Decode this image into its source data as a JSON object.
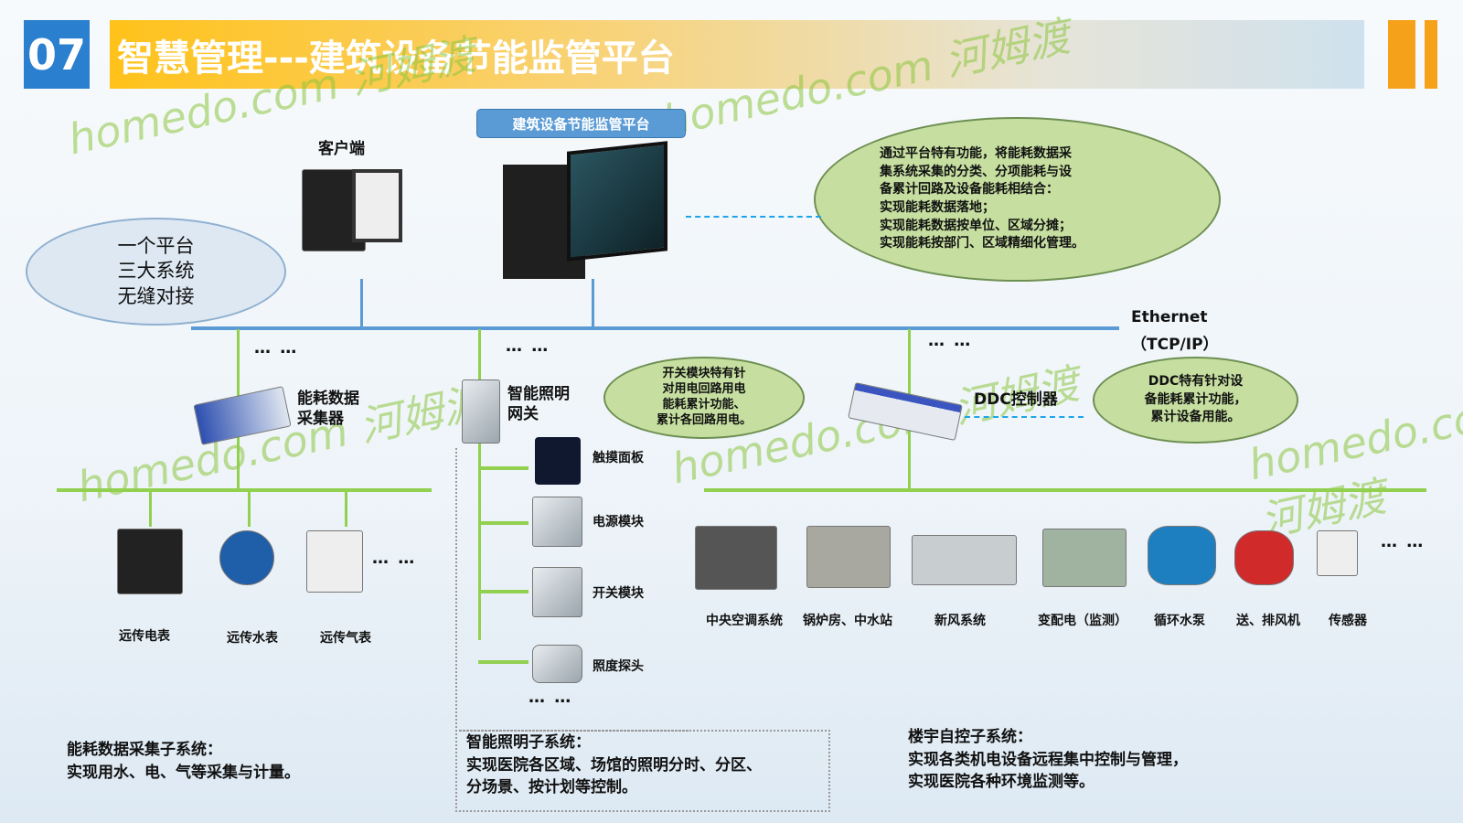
{
  "header": {
    "number": "07",
    "title": "智慧管理---建筑设备节能监管平台"
  },
  "platform": {
    "label": "建筑设备节能监管平台",
    "client": "客户端"
  },
  "cloud_left": [
    "一个平台",
    "三大系统",
    "无缝对接"
  ],
  "cloud_main": [
    "通过平台特有功能，将能耗数据采",
    "集系统采集的分类、分项能耗与设",
    "备累计回路及设备能耗相结合：",
    "实现能耗数据落地；",
    "实现能耗数据按单位、区域分摊；",
    "实现能耗按部门、区域精细化管理。"
  ],
  "network": {
    "ethernet": "Ethernet",
    "protocol": "（TCP/IP）",
    "dots": "… …"
  },
  "collector": {
    "label": "能耗数据采集器",
    "meters": [
      "远传电表",
      "远传水表",
      "远传气表"
    ]
  },
  "lighting": {
    "label": "智能照明网关",
    "modules": [
      "触摸面板",
      "电源模块",
      "开关模块",
      "照度探头"
    ],
    "cloud": [
      "开关模块特有针",
      "对用电回路用电",
      "能耗累计功能、",
      "累计各回路用电。"
    ]
  },
  "ddc": {
    "label": "DDC控制器",
    "cloud": [
      "DDC特有针对设",
      "备能耗累计功能，",
      "累计设备用能。"
    ],
    "devices": [
      "中央空调系统",
      "锅炉房、中水站",
      "新风系统",
      "变配电（监测）",
      "循环水泵",
      "送、排风机",
      "传感器"
    ]
  },
  "notes": {
    "collector": [
      "能耗数据采集子系统：",
      "实现用水、电、气等采集与计量。"
    ],
    "lighting": [
      "智能照明子系统：",
      "实现医院各区域、场馆的照明分时、分区、",
      "分场景、按计划等控制。"
    ],
    "bas": [
      "楼宇自控子系统：",
      "实现各类机电设备远程集中控制与管理，",
      "实现医院各种环境监测等。"
    ]
  },
  "watermark": "homedo.com 河姆渡"
}
